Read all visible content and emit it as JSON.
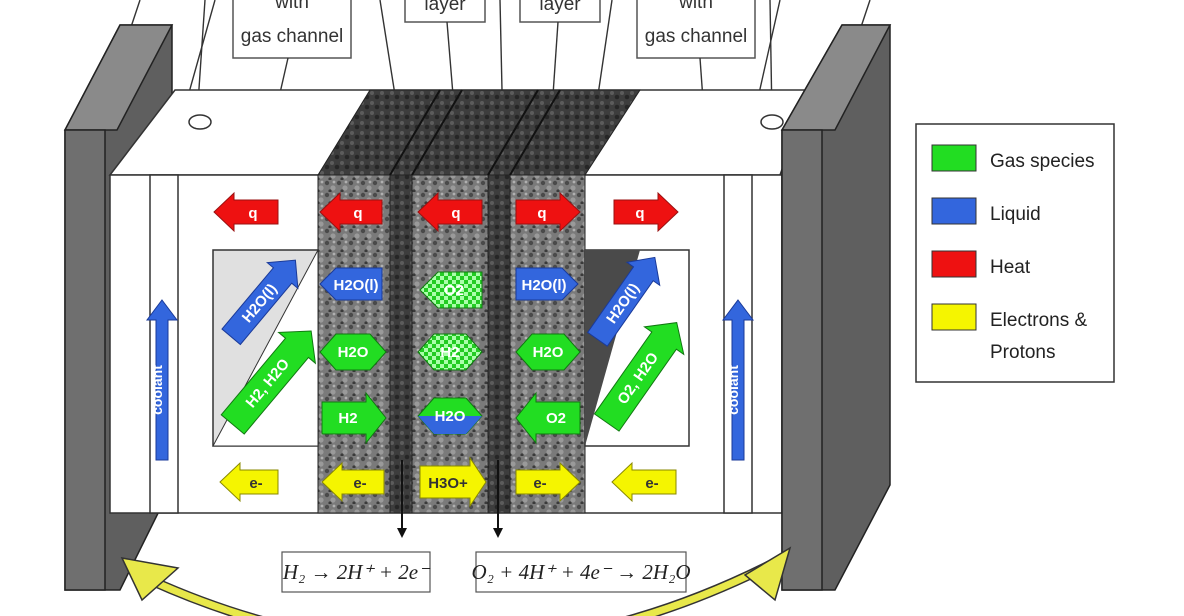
{
  "top_labels": {
    "plate_left_frag": "with",
    "plate_left": "gas channel",
    "layer_left": "layer",
    "layer_right": "layer",
    "plate_right_frag": "with",
    "plate_right": "gas channel"
  },
  "coolant": "coolant",
  "left_plate": {
    "q": "q",
    "diag_liquid": "H2O(l)",
    "diag_gas": "H2, H2O",
    "e": "e-"
  },
  "anode_gdl": {
    "q": "q",
    "liquid": "H2O(l)",
    "vapor": "H2O",
    "gas": "H2",
    "e": "e-"
  },
  "membrane": {
    "q": "q",
    "o2": "O2",
    "h2": "H2",
    "water": "H2O",
    "proton": "H3O+"
  },
  "cathode_gdl": {
    "q": "q",
    "liquid": "H2O(l)",
    "vapor": "H2O",
    "gas": "O2",
    "e": "e-"
  },
  "right_plate": {
    "q": "q",
    "diag_liquid": "H2O(l)",
    "diag_gas": "O2, H2O",
    "e": "e-"
  },
  "equations": {
    "anode": "H₂ → 2H⁺ + 2e⁻",
    "cathode": "O₂ + 4H⁺ + 4e⁻ → 2H₂O"
  },
  "legend": [
    {
      "label": "Gas species",
      "color": "#22dd22"
    },
    {
      "label": "Liquid",
      "color": "#3366dd"
    },
    {
      "label": "Heat",
      "color": "#ee1111"
    },
    {
      "label": "Electrons &",
      "label2": "Protons",
      "color": "#f5f500"
    }
  ],
  "colors": {
    "gas": "#22dd22",
    "liquid": "#3366dd",
    "heat": "#ee1111",
    "electron": "#f5f500",
    "endplate": "#6f6f6f",
    "arc": "#e8e84a"
  }
}
